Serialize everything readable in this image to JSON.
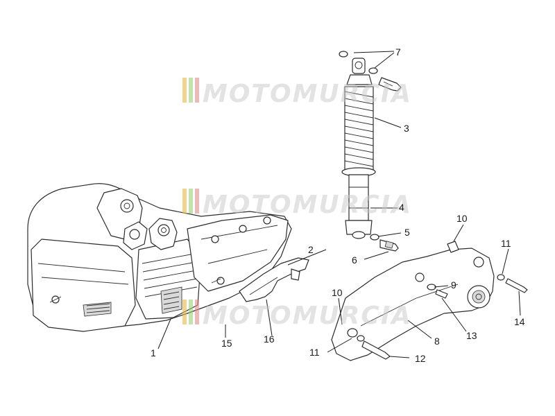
{
  "diagram": {
    "callouts": [
      {
        "id": "1",
        "label": "1"
      },
      {
        "id": "2",
        "label": "2"
      },
      {
        "id": "3",
        "label": "3"
      },
      {
        "id": "4",
        "label": "4"
      },
      {
        "id": "5",
        "label": "5"
      },
      {
        "id": "6",
        "label": "6"
      },
      {
        "id": "7",
        "label": "7"
      },
      {
        "id": "8",
        "label": "8"
      },
      {
        "id": "9",
        "label": "9"
      },
      {
        "id": "10a",
        "label": "10"
      },
      {
        "id": "10b",
        "label": "10"
      },
      {
        "id": "11a",
        "label": "11"
      },
      {
        "id": "11b",
        "label": "11"
      },
      {
        "id": "12",
        "label": "12"
      },
      {
        "id": "13",
        "label": "13"
      },
      {
        "id": "14",
        "label": "14"
      },
      {
        "id": "15",
        "label": "15"
      },
      {
        "id": "16",
        "label": "16"
      }
    ]
  },
  "watermark": {
    "text": "MOTOMURCIA",
    "stripe_colors": [
      "#e8b84a",
      "#9ccf7a",
      "#e38a8a",
      "#c8c8c8"
    ],
    "text_color": "#c9c9c9"
  }
}
